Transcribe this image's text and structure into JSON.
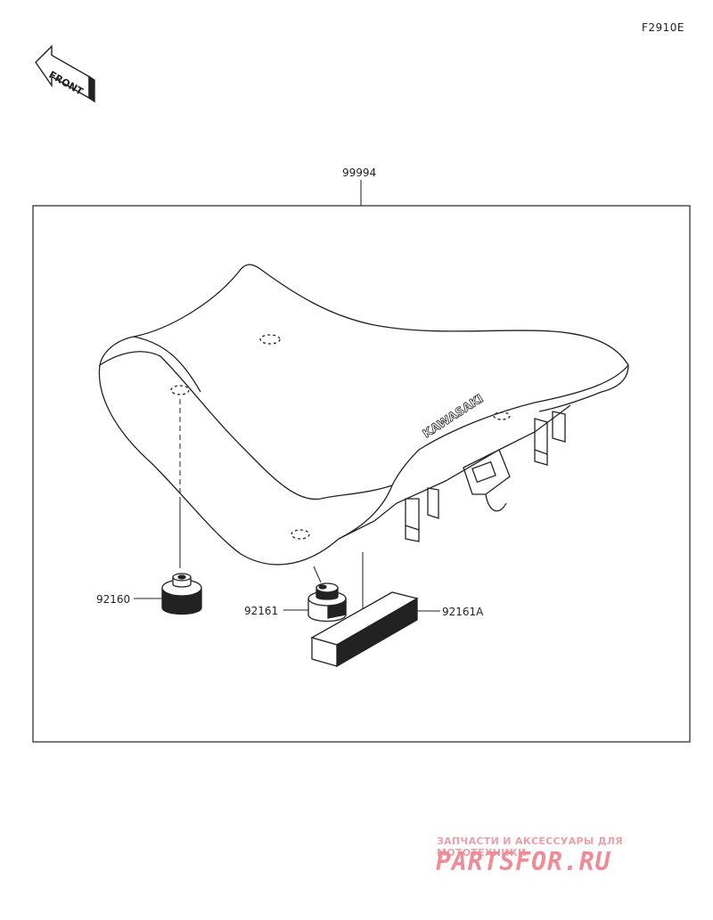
{
  "diagram": {
    "code": "F2910E",
    "front_label": "FRONT",
    "kit_part": "99994",
    "parts": [
      {
        "id": "92160"
      },
      {
        "id": "92161"
      },
      {
        "id": "92161A"
      }
    ],
    "seat_emboss": "KAWASAKI"
  },
  "watermark": {
    "subtitle": "ЗАПЧАСТИ И АКСЕССУАРЫ ДЛЯ МОТОТЕХНИКИ",
    "logo": "PARTSFOR.RU"
  }
}
